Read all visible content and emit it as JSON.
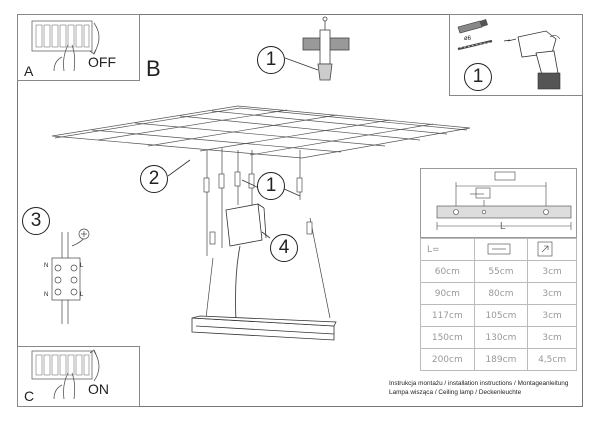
{
  "steps": {
    "a": {
      "letter": "A",
      "state": "OFF"
    },
    "b": {
      "letter": "B"
    },
    "c": {
      "letter": "C",
      "state": "ON"
    }
  },
  "callouts": {
    "n1": "1",
    "n2": "2",
    "n3": "3",
    "n4": "4"
  },
  "wiring": {
    "terminals": [
      "N",
      "L",
      "L",
      "N"
    ]
  },
  "dimensions": {
    "length_label": "L"
  },
  "table": {
    "header": [
      "L="
    ],
    "rows": [
      [
        "60cm",
        "55cm",
        "3cm"
      ],
      [
        "90cm",
        "80cm",
        "3cm"
      ],
      [
        "117cm",
        "105cm",
        "3cm"
      ],
      [
        "150cm",
        "130cm",
        "3cm"
      ],
      [
        "200cm",
        "189cm",
        "4,5cm"
      ]
    ]
  },
  "drill": {
    "size": "ø6"
  },
  "caption": {
    "line1": "Instrukcja montażu / installation instructions / Montageanleitung",
    "line2": "Lampa wisząca / Ceiling lamp / Deckenleuchte"
  }
}
